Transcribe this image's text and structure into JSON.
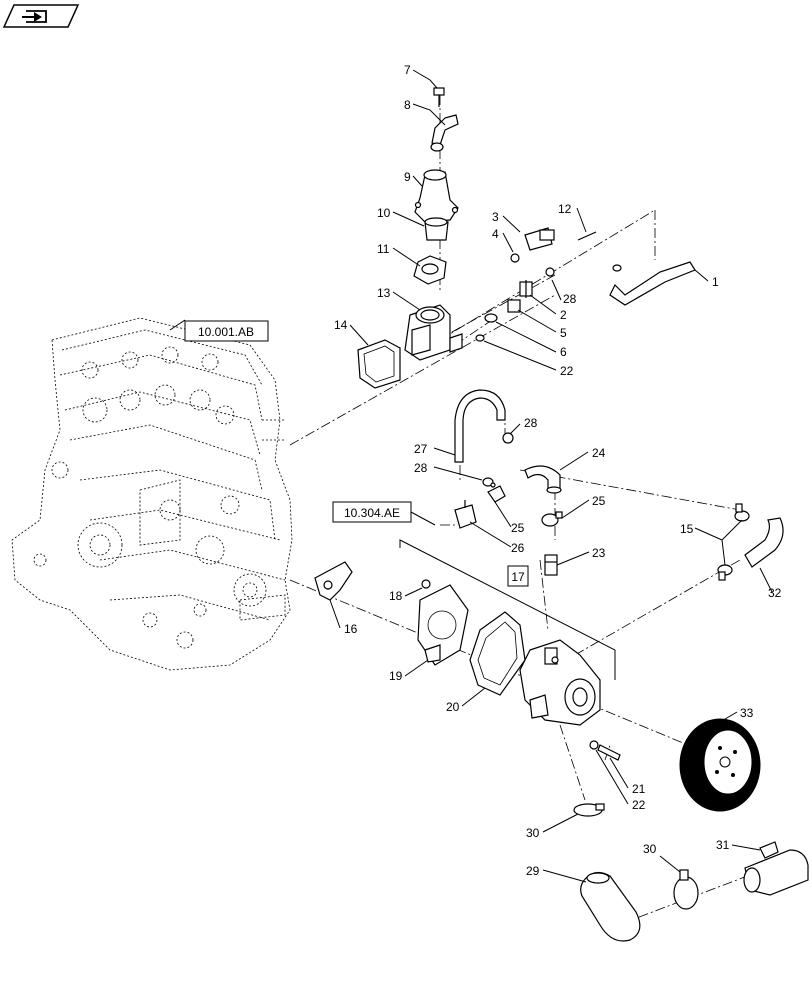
{
  "nav_icon": "arrow-into-box-icon",
  "reference_boxes": {
    "engine": "10.001.AB",
    "pipe": "10.304.AE",
    "assembly": "17"
  },
  "callouts": {
    "c1": "1",
    "c2": "2",
    "c3": "3",
    "c4": "4",
    "c5": "5",
    "c6": "6",
    "c7": "7",
    "c8": "8",
    "c9": "9",
    "c10": "10",
    "c11": "11",
    "c12": "12",
    "c13": "13",
    "c14": "14",
    "c15": "15",
    "c16": "16",
    "c18": "18",
    "c19": "19",
    "c20": "20",
    "c21": "21",
    "c22a": "22",
    "c22b": "22",
    "c23": "23",
    "c24": "24",
    "c25a": "25",
    "c25b": "25",
    "c26": "26",
    "c27": "27",
    "c28a": "28",
    "c28b": "28",
    "c28c": "28",
    "c29": "29",
    "c30a": "30",
    "c30b": "30",
    "c31": "31",
    "c32": "32",
    "c33": "33"
  }
}
